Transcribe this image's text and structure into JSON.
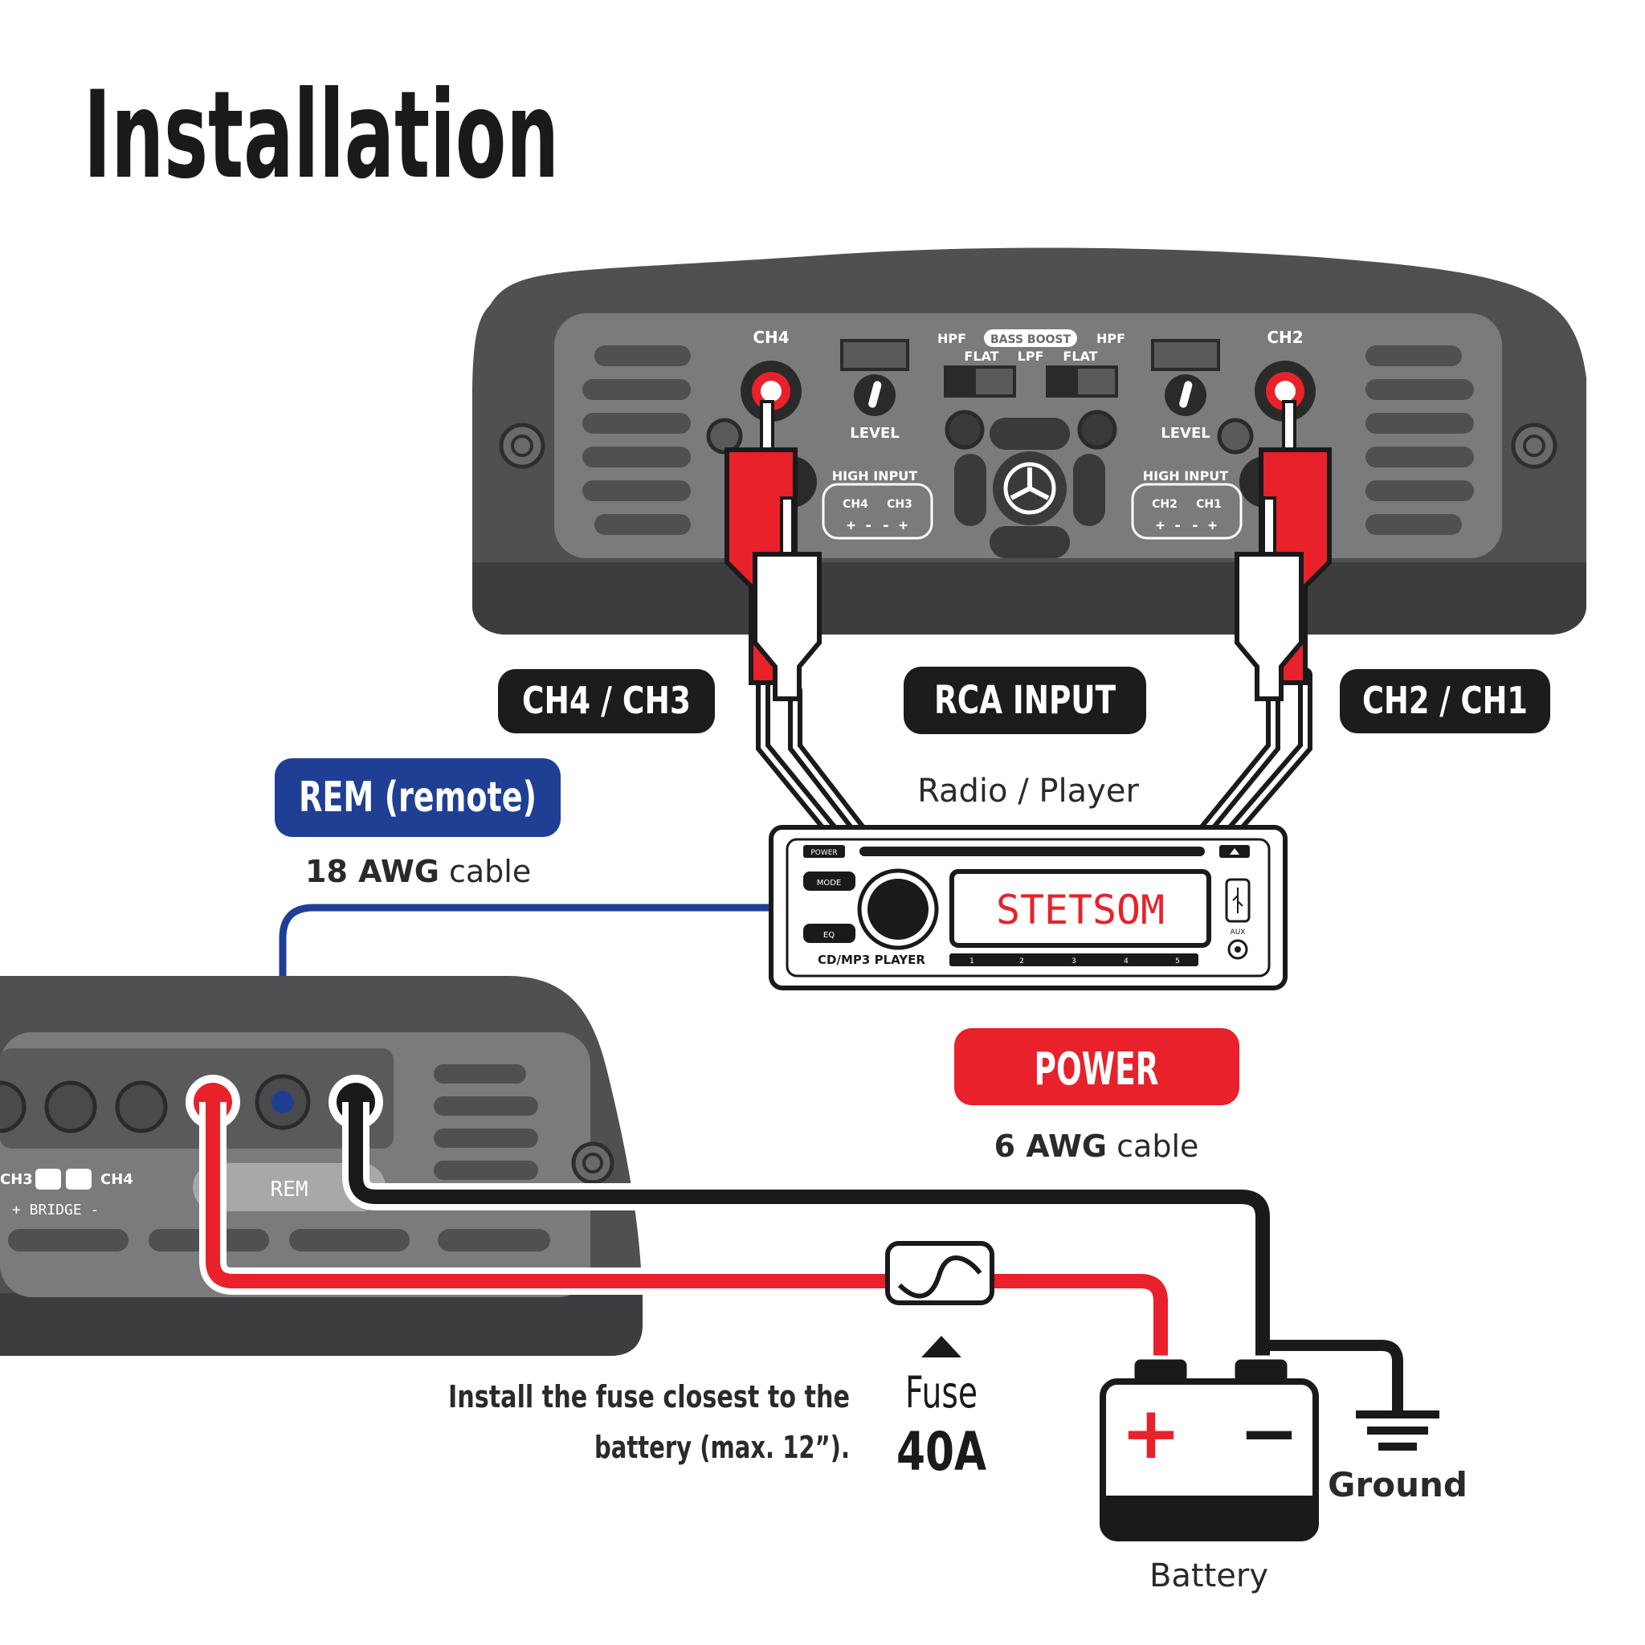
{
  "title": "Installation",
  "amp_top": {
    "ch4": "CH4",
    "ch2": "CH2",
    "level_left": "LEVEL",
    "level_right": "LEVEL",
    "hpf_left": "HPF",
    "hpf_right": "HPF",
    "bass_boost": "BASS BOOST",
    "flat_left": "FLAT",
    "lpf": "LPF",
    "flat_right": "FLAT",
    "high_input_left": "HIGH INPUT",
    "high_input_right": "HIGH INPUT",
    "hi_left_ch_a": "CH4",
    "hi_left_ch_b": "CH3",
    "hi_right_ch_a": "CH2",
    "hi_right_ch_b": "CH1",
    "polarity": "+ - - +"
  },
  "labels": {
    "ch4_ch3": "CH4 / CH3",
    "rca_input": "RCA INPUT",
    "ch2_ch1": "CH2 / CH1",
    "radio_player": "Radio / Player",
    "rem": "REM (remote)",
    "rem_gauge_bold": "18 AWG",
    "rem_gauge_rest": " cable",
    "power": "POWER",
    "power_gauge_bold": "6 AWG",
    "power_gauge_rest": " cable",
    "fuse_note_line1": "Install the fuse closest to the",
    "fuse_note_line2": "battery (max. 12”).",
    "fuse": "Fuse",
    "fuse_rating": "40A",
    "battery": "Battery",
    "ground": "Ground",
    "battery_plus": "+",
    "battery_minus": "−"
  },
  "radio": {
    "display": "STETSOM",
    "power_btn": "POWER",
    "mode_btn": "MODE",
    "eq_btn": "EQ",
    "model": "CD/MP3 PLAYER",
    "aux": "AUX",
    "presets": [
      "1",
      "2",
      "3",
      "4",
      "5"
    ]
  },
  "amp_bottom": {
    "ch3": "CH3",
    "ch4": "CH4",
    "bridge": "+ BRIDGE -",
    "rem": "REM"
  },
  "colors": {
    "amp_body": "#4a4a4c",
    "amp_panel": "#7a7a7c",
    "rem_blue": "#1f3f94",
    "power_red": "#e8212a",
    "cable_black": "#1a1a1a",
    "label_black": "#1c1c1c"
  }
}
